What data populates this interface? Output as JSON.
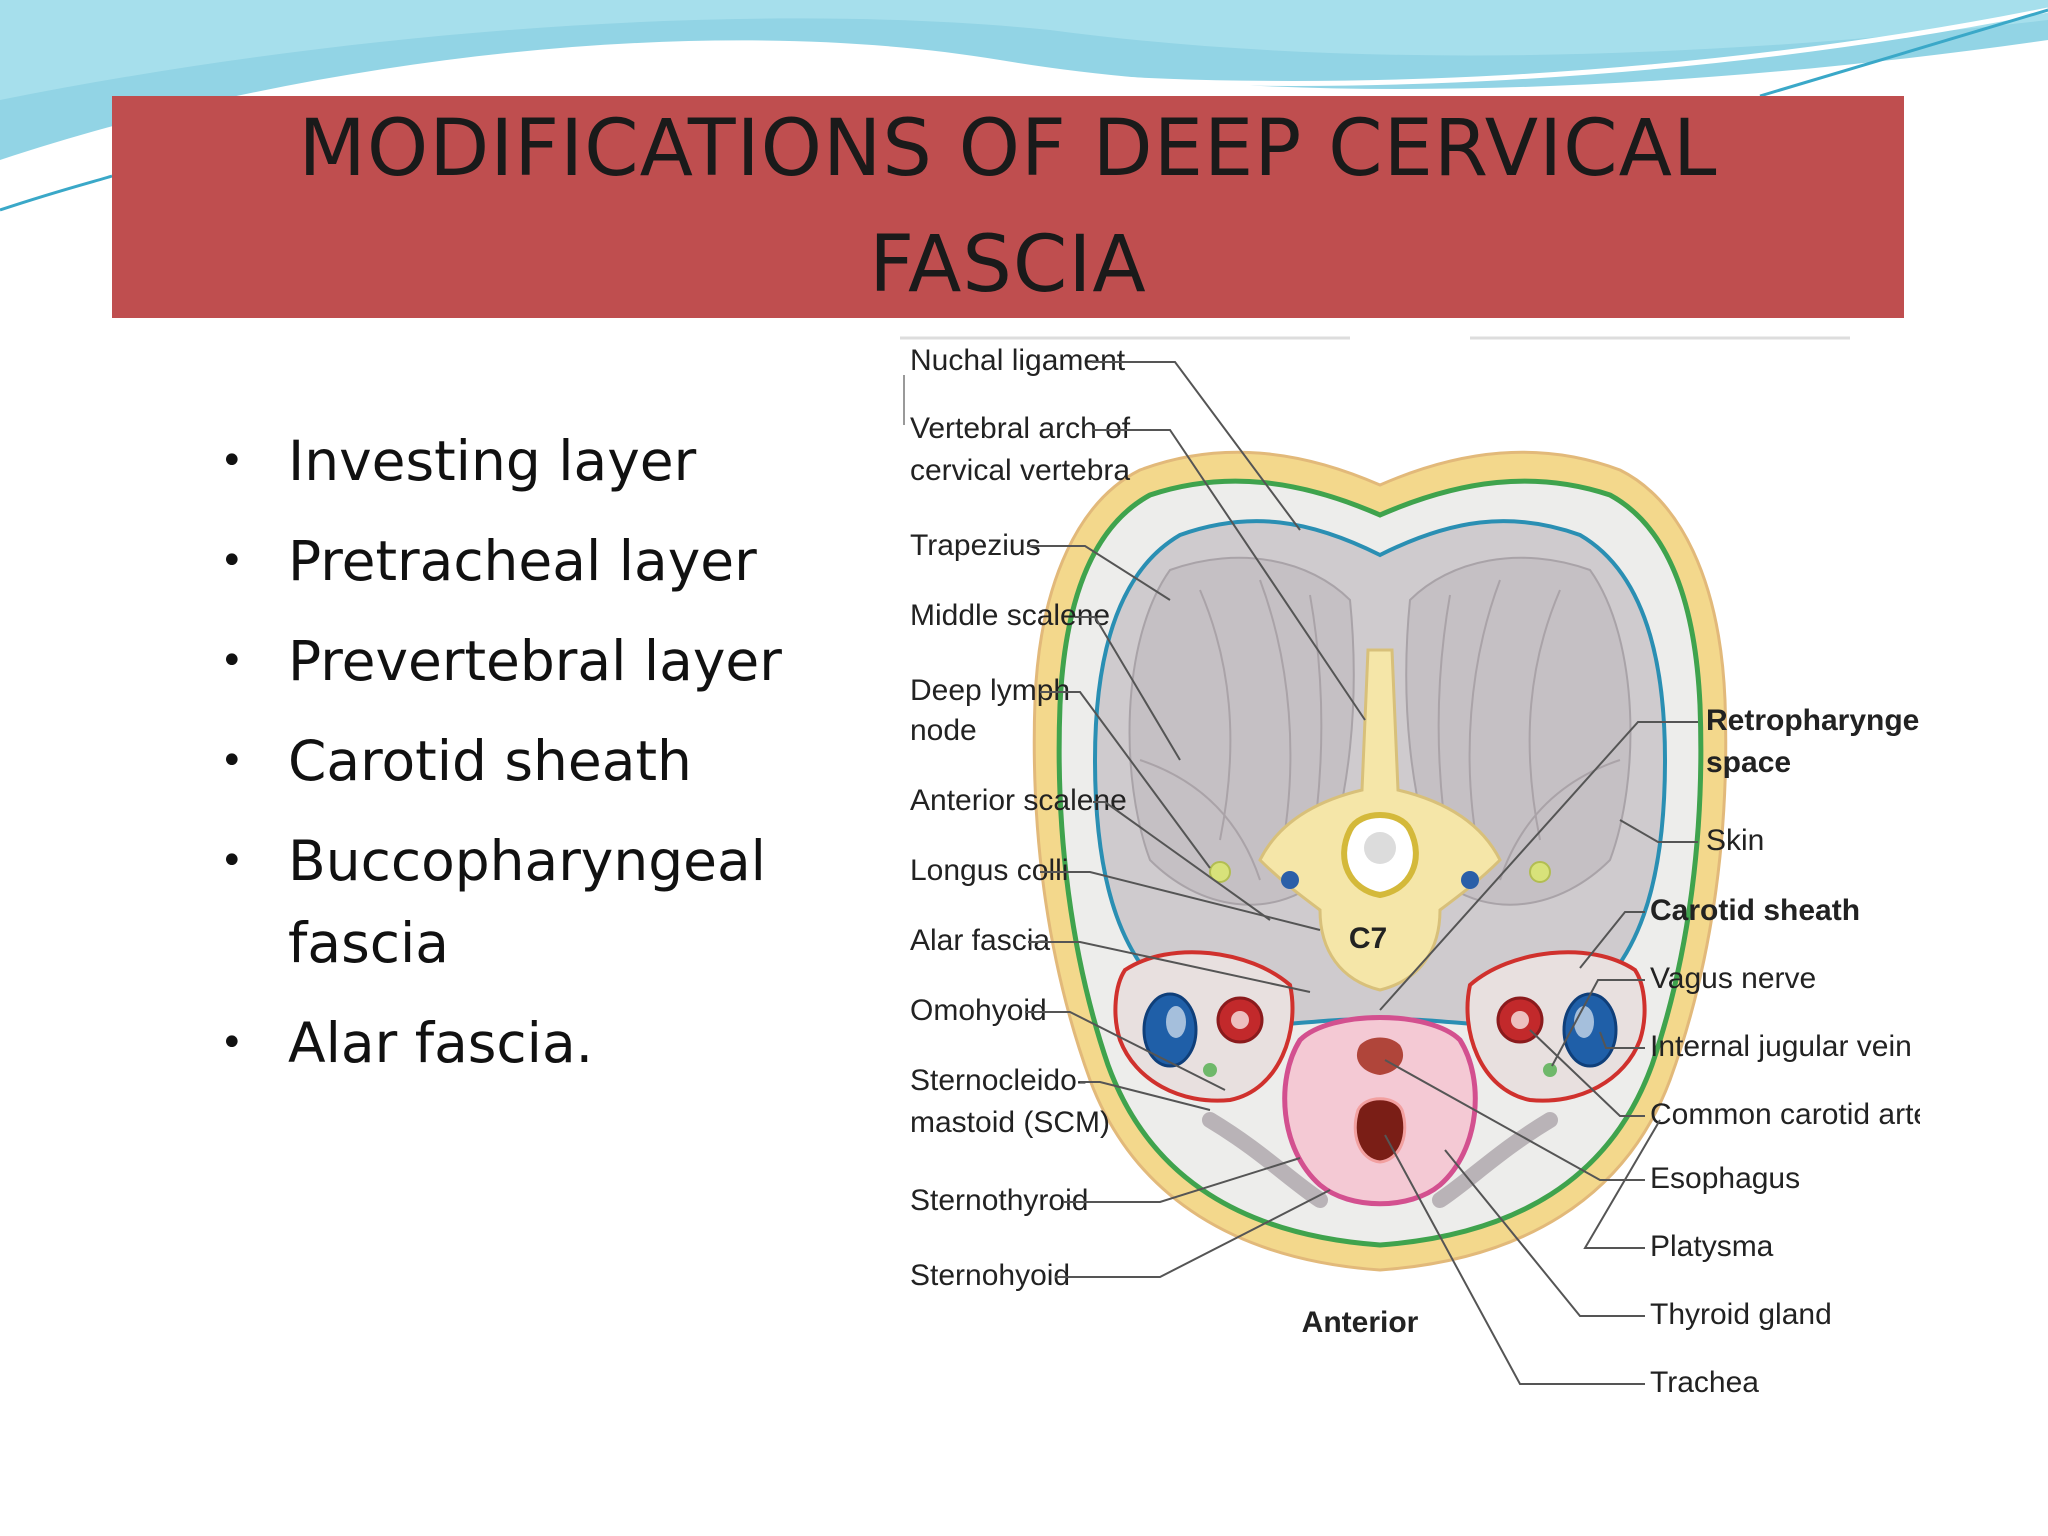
{
  "title": {
    "line1": "MODIFICATIONS  OF DEEP CERVICAL",
    "line2": "FASCIA"
  },
  "bullets": [
    {
      "text": "Investing layer"
    },
    {
      "text": "Pretracheal layer"
    },
    {
      "text": "Prevertebral layer"
    },
    {
      "text": "Carotid sheath"
    },
    {
      "text": "Buccopharyngeal",
      "text2": "fascia"
    },
    {
      "text": "Alar fascia."
    }
  ],
  "diagram": {
    "left_labels": {
      "nuchal_ligament": "Nuchal ligament",
      "vertebral_arch_1": "Vertebral arch of",
      "vertebral_arch_2": "cervical vertebra",
      "trapezius": "Trapezius",
      "middle_scalene": "Middle scalene",
      "deep_lymph_1": "Deep lymph",
      "deep_lymph_2": "node",
      "anterior_scalene": "Anterior scalene",
      "longus_colli": "Longus colli",
      "alar_fascia": "Alar fascia",
      "omohyoid": "Omohyoid",
      "scm_1": "Sternocleido-",
      "scm_2": "mastoid (SCM)",
      "sternothyroid": "Sternothyroid",
      "sternohyoid": "Sternohyoid"
    },
    "right_labels": {
      "retropharyngeal_1": "Retropharyngeal",
      "retropharyngeal_2": "space",
      "skin": "Skin",
      "carotid_sheath": "Carotid sheath",
      "vagus_nerve": "Vagus nerve",
      "internal_jugular_vein": "Internal jugular vein",
      "common_carotid_artery": "Common carotid artery",
      "esophagus": "Esophagus",
      "platysma": "Platysma",
      "thyroid_gland": "Thyroid gland",
      "trachea": "Trachea"
    },
    "vertebra_label": "C7",
    "anterior_label": "Anterior"
  },
  "colors": {
    "title_band": "#bf4e4f",
    "skin_fat": "#f3d88c",
    "investing_fascia": "#3fa34d",
    "prevertebral_fascia": "#2a8fb3",
    "muscle": "#c9c4c8",
    "carotid_sheath": "#d0312d",
    "vein": "#1f5fa8",
    "artery": "#c2292b",
    "visceral": "#d3508f"
  }
}
